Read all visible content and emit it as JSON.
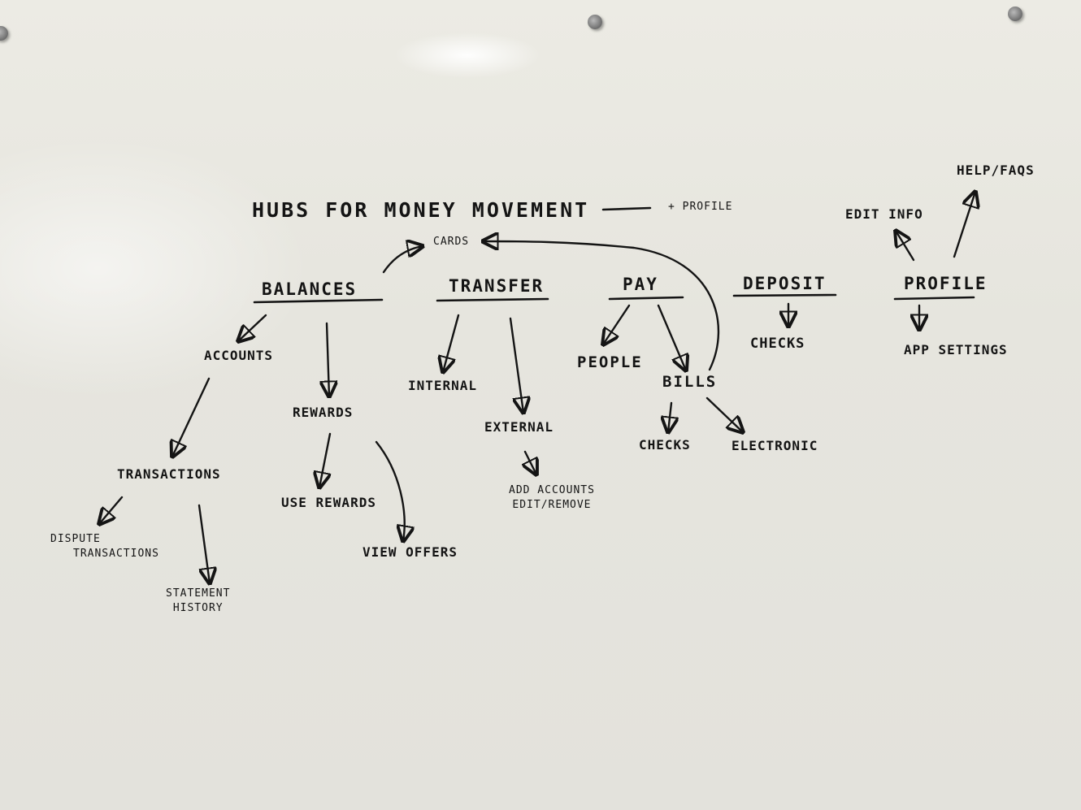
{
  "diagram": {
    "title": "HUBS FOR MONEY MOVEMENT",
    "title_suffix": "+ PROFILE",
    "ink_color": "#141414",
    "board_color": "#e7e6df",
    "hubs": {
      "balances": "BALANCES",
      "transfer": "TRANSFER",
      "pay": "PAY",
      "deposit": "DEPOSIT",
      "profile": "PROFILE"
    },
    "nodes": {
      "cards": "CARDS",
      "accounts": "ACCOUNTS",
      "rewards": "REWARDS",
      "transactions": "TRANSACTIONS",
      "dispute_transactions": [
        "DISPUTE",
        "TRANSACTIONS"
      ],
      "statement_history": [
        "STATEMENT",
        "HISTORY"
      ],
      "use_rewards": "USE REWARDS",
      "view_offers": "VIEW OFFERS",
      "internal": "INTERNAL",
      "external": "EXTERNAL",
      "add_accounts": [
        "ADD ACCOUNTS",
        "EDIT/REMOVE"
      ],
      "people": "PEOPLE",
      "bills": "BILLS",
      "bill_checks": "CHECKS",
      "electronic": "ELECTRONIC",
      "deposit_checks": "CHECKS",
      "edit_info": "EDIT INFO",
      "help_faqs": "HELP/FAQS",
      "app_settings": "APP SETTINGS"
    }
  }
}
